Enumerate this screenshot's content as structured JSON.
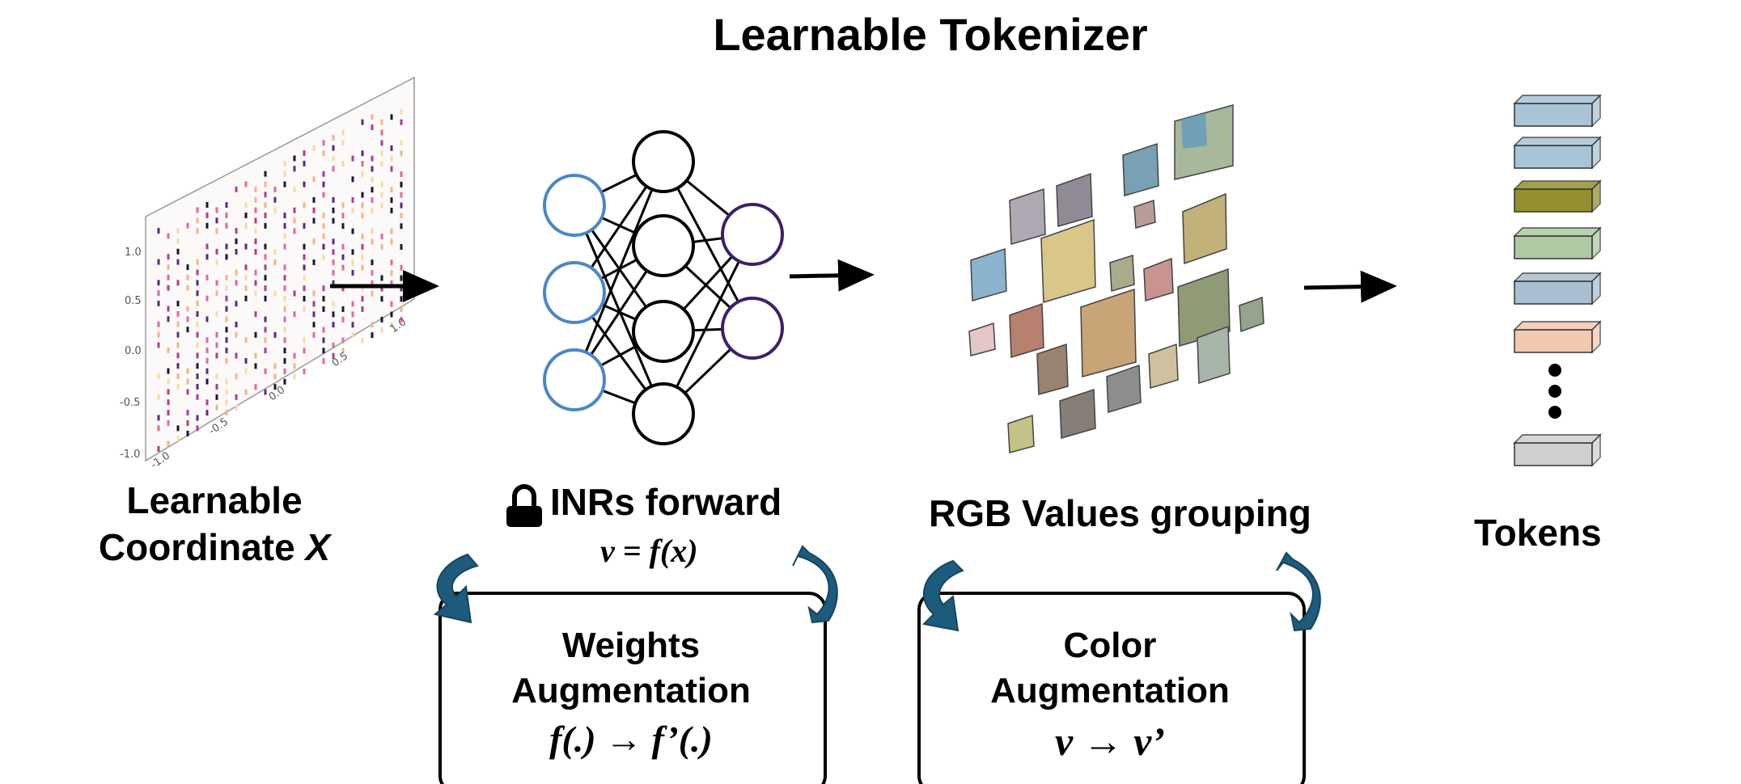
{
  "title": "Learnable Tokenizer",
  "coordinate": {
    "label_line1": "Learnable",
    "label_line2": "Coordinate",
    "label_var": "X",
    "ticks_y": [
      "1.0",
      "0.5",
      "0.0",
      "-0.5",
      "-1.0"
    ],
    "ticks_x": [
      "-1.0",
      "-0.5",
      "0.0",
      "0.5",
      "1.0"
    ]
  },
  "inr": {
    "label": "INRs forward",
    "formula": "v = f(x)",
    "icon": "lock-icon",
    "input_color": "#4a86c8",
    "output_color": "#3d1e6d"
  },
  "rgb": {
    "label": "RGB Values grouping"
  },
  "tokens": {
    "label": "Tokens",
    "colors": [
      "#a9c4d6",
      "#a9c4d6",
      "#948f2f",
      "#aec9a3",
      "#a9bfd0",
      "#f3c8b1",
      "#cfcfcf"
    ]
  },
  "weights_box": {
    "line1": "Weights",
    "line2": "Augmentation",
    "formula": "f(.) → f’(.)"
  },
  "color_box": {
    "line1": "Color",
    "line2": "Augmentation",
    "formula": "v → v’"
  },
  "arrow_color": "#1d5b7c"
}
